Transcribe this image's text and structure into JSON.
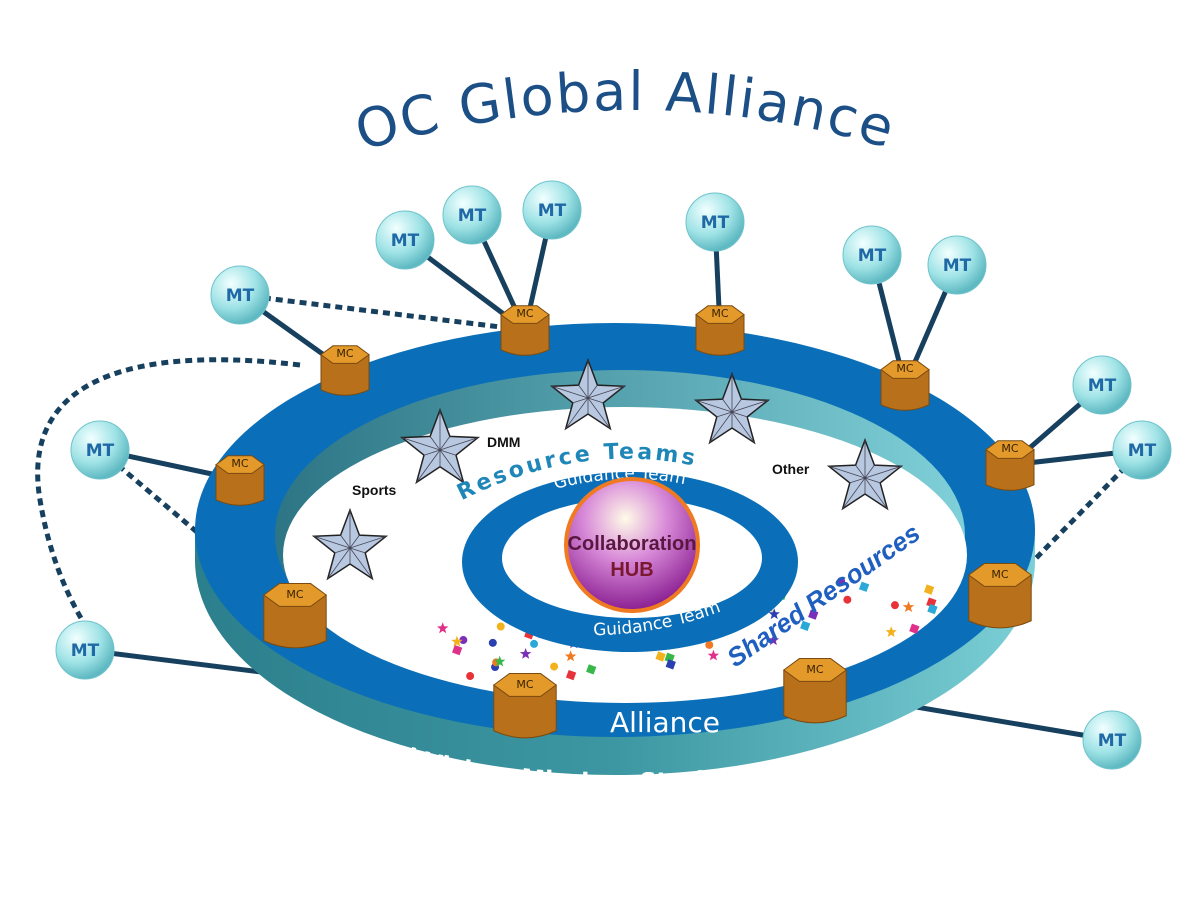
{
  "title": "OC Global Alliance",
  "ring": {
    "outer_label": "Alliance",
    "wall_label": "Shared Vision, Mission, Strategy and Values"
  },
  "resource_teams": {
    "label": "Resource Teams",
    "teams": [
      "Sports",
      "DMM",
      "Other"
    ]
  },
  "guidance": {
    "top_label": "Guidance Team",
    "bottom_label": "Guidance Team"
  },
  "hub": {
    "line1": "Collaboration",
    "line2": "HUB"
  },
  "shared_resources": "Shared Resources",
  "node_labels": {
    "member_team": "MT",
    "member_council": "MC"
  },
  "colors": {
    "ring_blue": "#0a6fb8",
    "ring_wall": "#3a8f9a",
    "title": "#1b4f86",
    "mt_sphere": "#9fe3e6",
    "mc_block": "#d28a1e",
    "hub_purple": "#a23aa6",
    "hub_border": "#f07a22",
    "link": "#17405f"
  }
}
